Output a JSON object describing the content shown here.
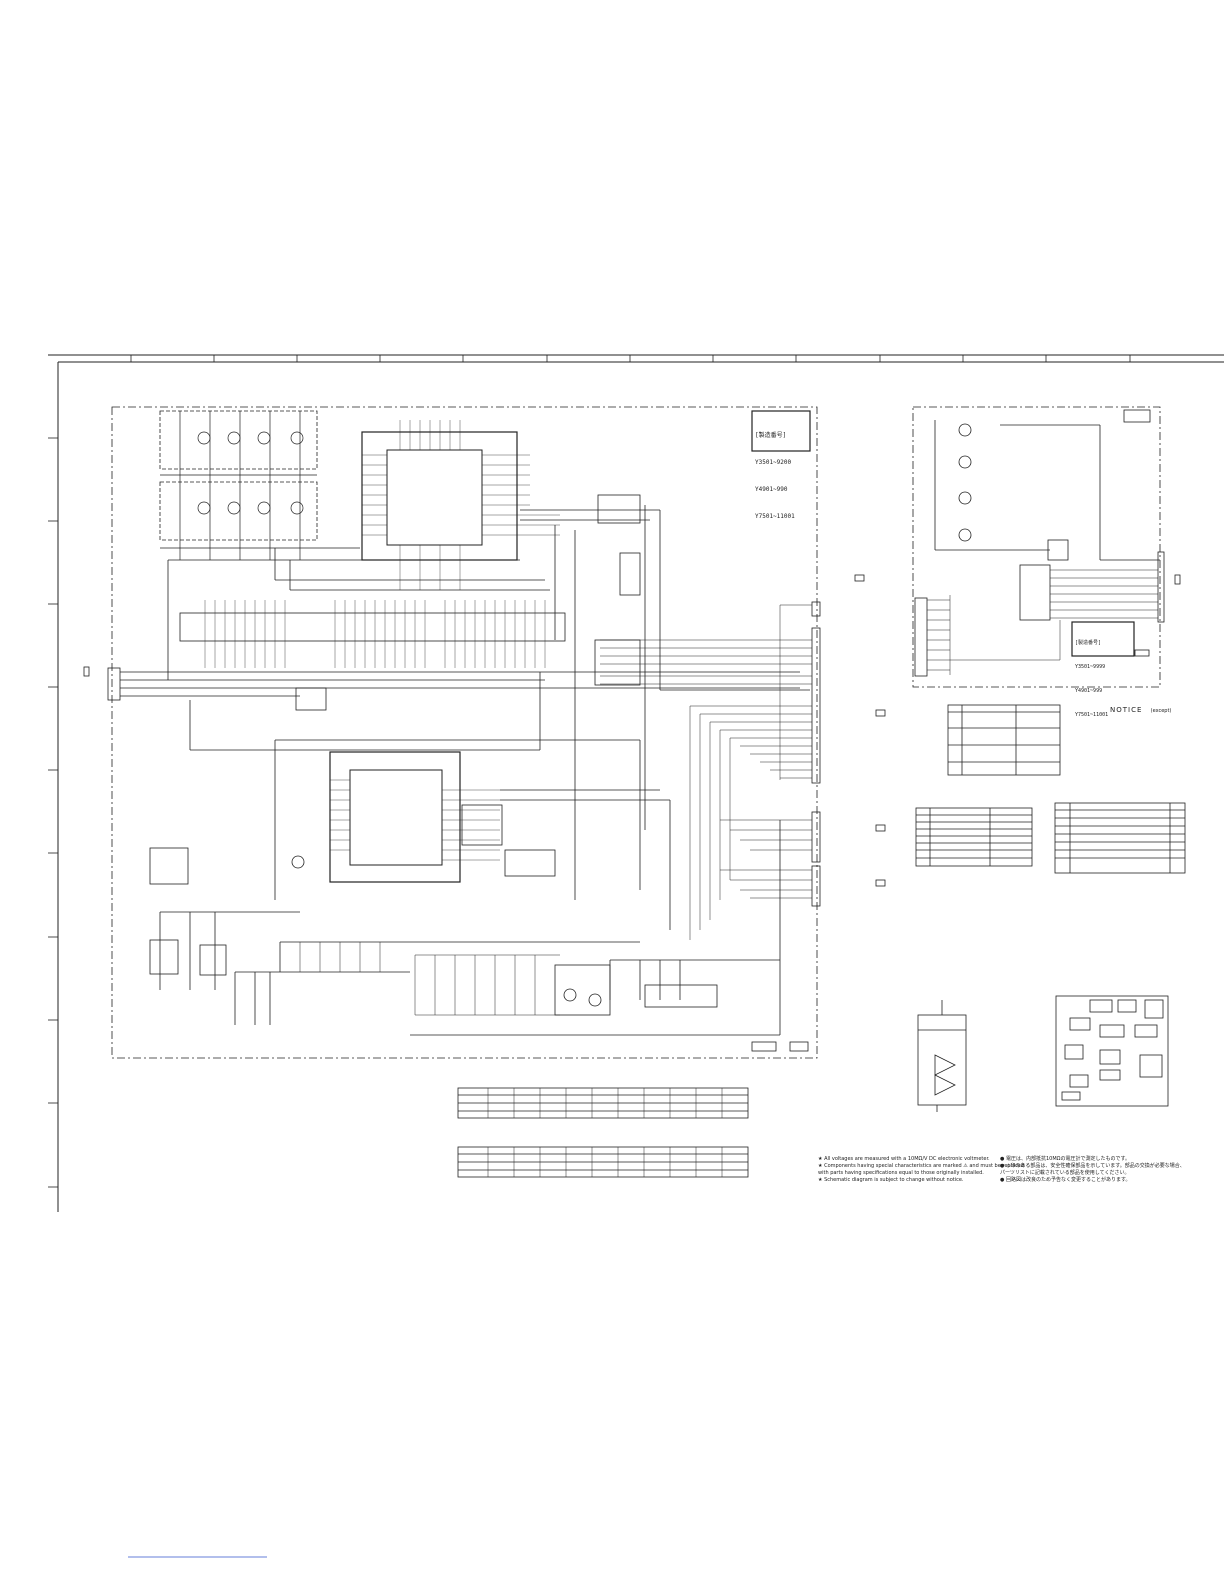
{
  "main_board": {
    "version_box": {
      "title": "[製造番号]",
      "lines": [
        "Y3501~9200",
        "Y4901~990",
        "Y7501~11001"
      ]
    }
  },
  "sub_board": {
    "version_box": {
      "title": "[製造番号]",
      "lines": [
        "Y3501~9999",
        "Y4901~999",
        "Y7501~11001"
      ]
    }
  },
  "notice": {
    "title": "NOTICE",
    "subtitle": "(except)"
  },
  "footer_notes_en": [
    "★ All voltages are measured with a 10MΩ/V DC electronic voltmeter.",
    "★ Components having special characteristics are marked ⚠ and must be replaced",
    "   with parts having specifications equal to those originally installed.",
    "★ Schematic diagram is subject to change without notice."
  ],
  "footer_notes_jp": [
    "● 電圧は、内部抵抗10MΩの電圧計で測定したものです。",
    "● ⚠印のある部品は、安全性確保部品を示しています。部品の交換が必要な場合、",
    "   パーツリストに記載されている部品を使用してください。",
    "● 回路図は改良のため予告なく変更することがあります。"
  ],
  "legend_tables": {
    "left_rows": 7,
    "right_rows": 7
  }
}
